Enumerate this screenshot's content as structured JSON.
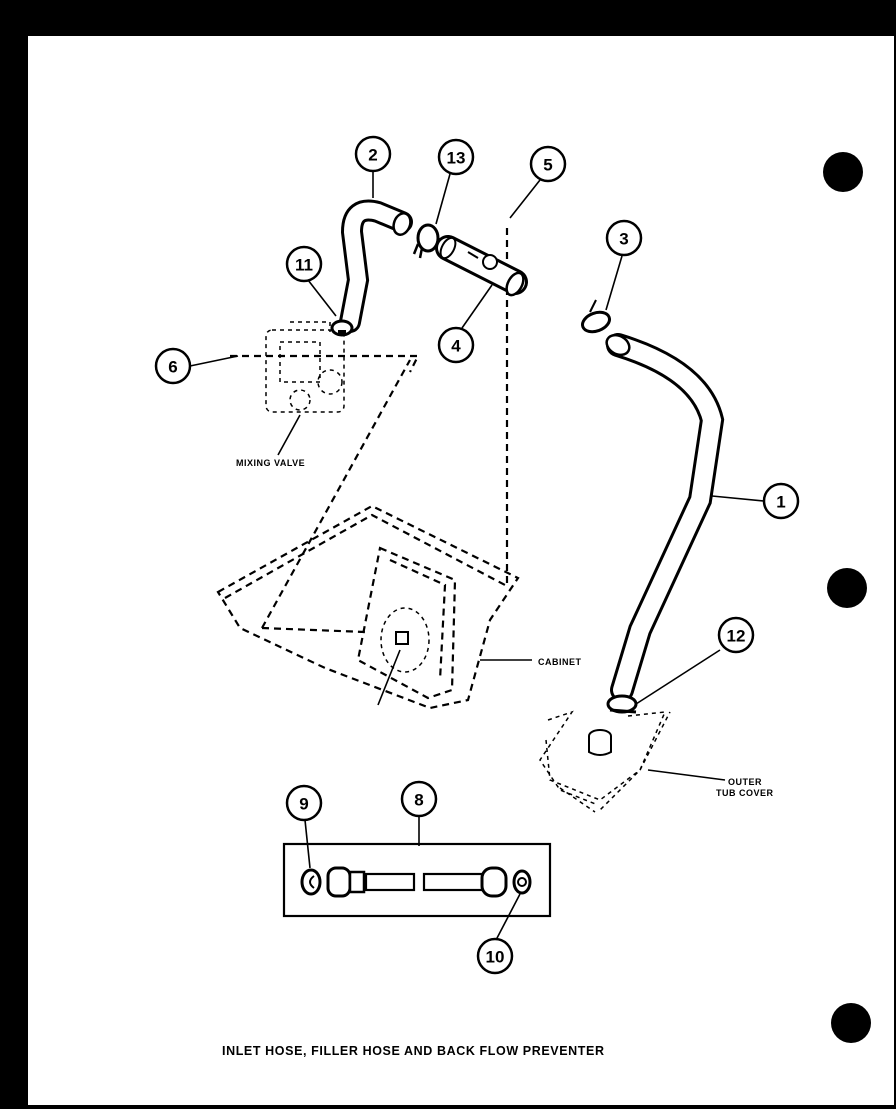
{
  "caption": "INLET HOSE, FILLER HOSE AND BACK FLOW PREVENTER",
  "labels": {
    "mixing_valve": "MIXING VALVE",
    "cabinet": "CABINET",
    "outer_tub_cover_line1": "OUTER",
    "outer_tub_cover_line2": "TUB COVER"
  },
  "callouts": {
    "c1": "1",
    "c2": "2",
    "c3": "3",
    "c4": "4",
    "c5": "5",
    "c6": "6",
    "c8": "8",
    "c9": "9",
    "c10": "10",
    "c11": "11",
    "c12": "12",
    "c13": "13"
  },
  "colors": {
    "ink": "#000000",
    "paper": "#ffffff",
    "border": "#000000"
  }
}
